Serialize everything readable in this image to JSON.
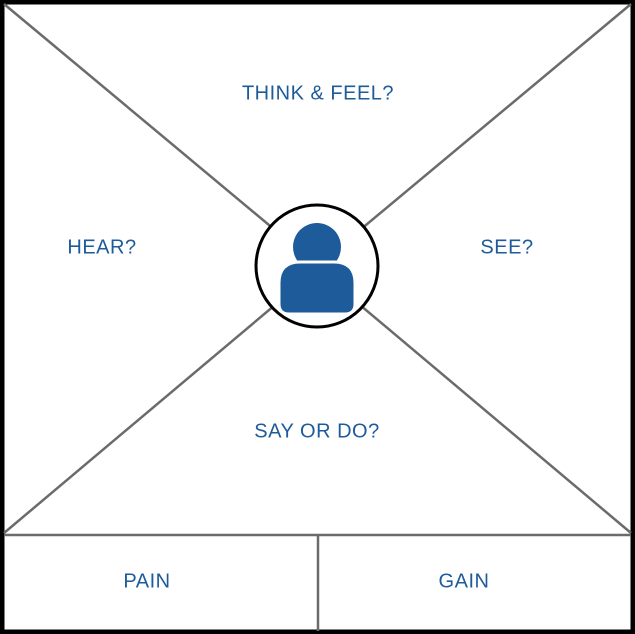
{
  "map": {
    "top": "THINK & FEEL?",
    "left": "HEAR?",
    "right": "SEE?",
    "bottom": "SAY OR DO?"
  },
  "footer": {
    "left": "PAIN",
    "right": "GAIN"
  },
  "center_icon": "person-icon",
  "colors": {
    "text": "#1d5b9a",
    "icon": "#1d5b9a",
    "lines": "#6b6b6b",
    "frame": "#000000",
    "panel": "#ffffff"
  }
}
